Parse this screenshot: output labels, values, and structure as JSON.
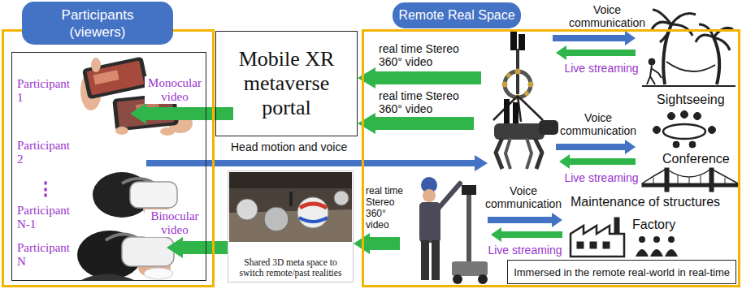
{
  "diagram": {
    "nodes": [
      {
        "text": [
          "Participants (viewers)"
        ]
      },
      {
        "text": [
          "Participant 1",
          "Participant 2",
          "⋮",
          "Participant N-1",
          "Participant N"
        ],
        "in": 0
      },
      {
        "text": [
          "Mobile XR metaverse portal"
        ]
      },
      {
        "text": [
          "Shared 3D meta space to switch remote/past realities"
        ]
      },
      {
        "text": [
          "Remote Real Space"
        ]
      },
      {
        "text": [
          "Immersed in the remote real-world in real-time"
        ],
        "in": 4
      }
    ],
    "edges": [
      {
        "from": 4,
        "to": 2,
        "label": "real time Stereo 360° video",
        "arrow": "to"
      },
      {
        "from": 4,
        "to": 2,
        "label": "real time Stereo 360° video",
        "arrow": "to"
      },
      {
        "from": 4,
        "to": 3,
        "label": "real time Stereo 360° video",
        "arrow": "to"
      },
      {
        "from": 2,
        "to": 1,
        "label": "Monocular video",
        "arrow": "to"
      },
      {
        "from": 1,
        "to": 4,
        "label": "Head motion and voice",
        "arrow": "to"
      },
      {
        "from": 3,
        "to": 1,
        "label": "Binocular video",
        "arrow": "to"
      }
    ],
    "labels": [
      "Voice communication",
      "Live streaming",
      "Voice communication",
      "Live streaming",
      "Voice communication",
      "Live streaming",
      "Sightseeing",
      "Conference",
      "Maintenance of structures",
      "Factory"
    ]
  }
}
